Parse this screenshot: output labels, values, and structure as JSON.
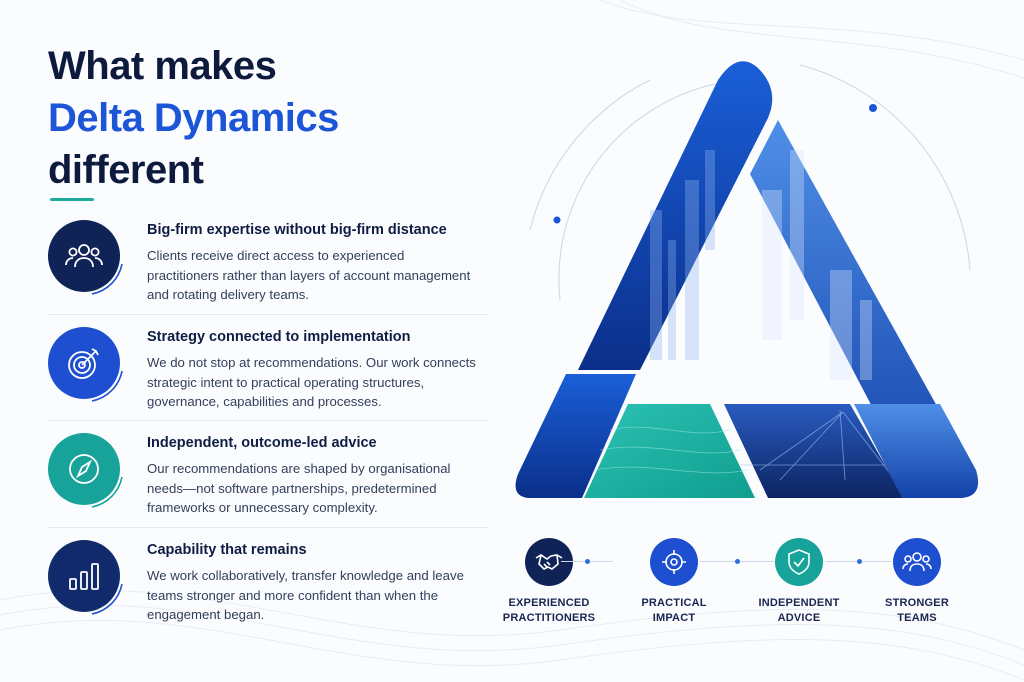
{
  "heading": {
    "line1": "What makes",
    "line2": "Delta Dynamics",
    "line3": "different"
  },
  "features": [
    {
      "title": "Big-firm expertise without big-firm distance",
      "body": "Clients receive direct access to experienced practitioners rather than layers of account management and rotating delivery teams.",
      "icon": "people-icon",
      "color": "#0f2357"
    },
    {
      "title": "Strategy connected to implementation",
      "body": "We do not stop at recommendations. Our work connects strategic intent to practical operating structures, governance, capabilities and processes.",
      "icon": "target-icon",
      "color": "#1f4fd1"
    },
    {
      "title": "Independent, outcome-led advice",
      "body": "Our recommendations are shaped by organisational needs—not software partnerships, predetermined frameworks or unnecessary complexity.",
      "icon": "compass-icon",
      "color": "#17a39a"
    },
    {
      "title": "Capability that remains",
      "body": "We work collaboratively, transfer knowledge and leave teams stronger and more confident than when the engagement began.",
      "icon": "bar-chart-icon",
      "color": "#112a6b"
    }
  ],
  "pillars": [
    {
      "label": "EXPERIENCED\nPRACTITIONERS",
      "icon": "handshake-icon",
      "color": "#0f2357"
    },
    {
      "label": "PRACTICAL\nIMPACT",
      "icon": "crosshair-icon",
      "color": "#1f4fd1"
    },
    {
      "label": "INDEPENDENT\nADVICE",
      "icon": "shield-check-icon",
      "color": "#17a39a"
    },
    {
      "label": "STRONGER\nTEAMS",
      "icon": "team-icon",
      "color": "#1f4fd1"
    }
  ],
  "colors": {
    "navy": "#0d1a3e",
    "accent_blue": "#1d55d8",
    "teal": "#20a89f"
  }
}
